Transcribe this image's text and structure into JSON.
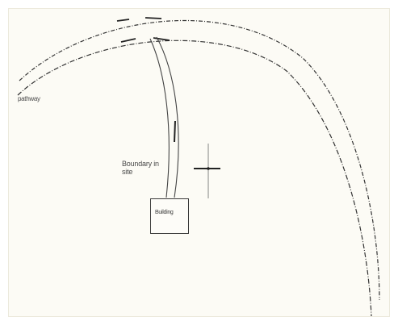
{
  "labels": {
    "road": "pathway",
    "wall_line1": "Boundary in",
    "wall_line2": "site",
    "building": "Building"
  },
  "colors": {
    "background": "#fcfbf5",
    "line": "#333333",
    "text": "#4a4a4a"
  }
}
